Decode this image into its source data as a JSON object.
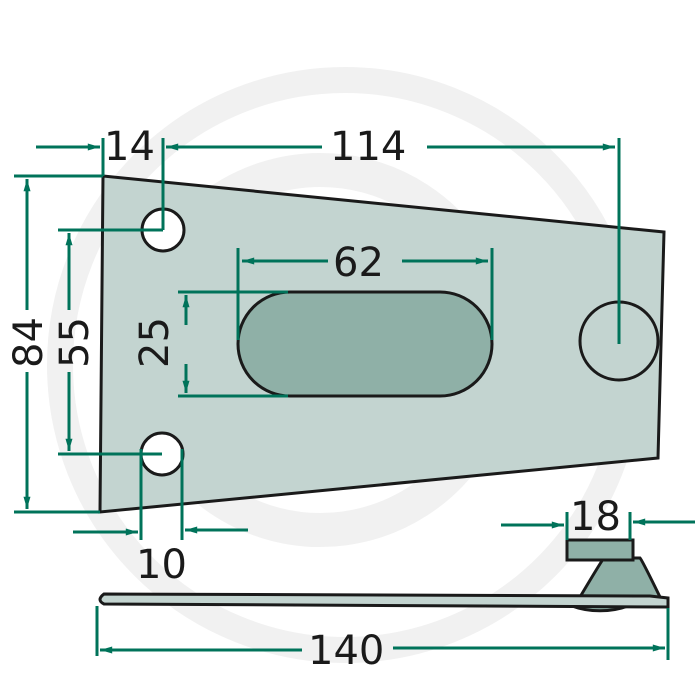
{
  "drawing": {
    "title": "Plate with slot and bolt - technical dimension drawing",
    "colors": {
      "dimension_line": "#00735a",
      "outline": "#1a1a1a",
      "plate_fill": "#c3d4d0",
      "slot_fill": "#8fb0a7",
      "bolt_fill": "#8fb0a7",
      "watermark": "#f2f2f2",
      "text": "#1a1a1a"
    },
    "dimensions": {
      "hole_offset": "14",
      "hole_to_center": "114",
      "slot_length": "62",
      "slot_height": "25",
      "total_height": "84",
      "hole_spacing": "55",
      "hole_diameter": "10",
      "bolt_head_width": "18",
      "total_length": "140"
    }
  }
}
